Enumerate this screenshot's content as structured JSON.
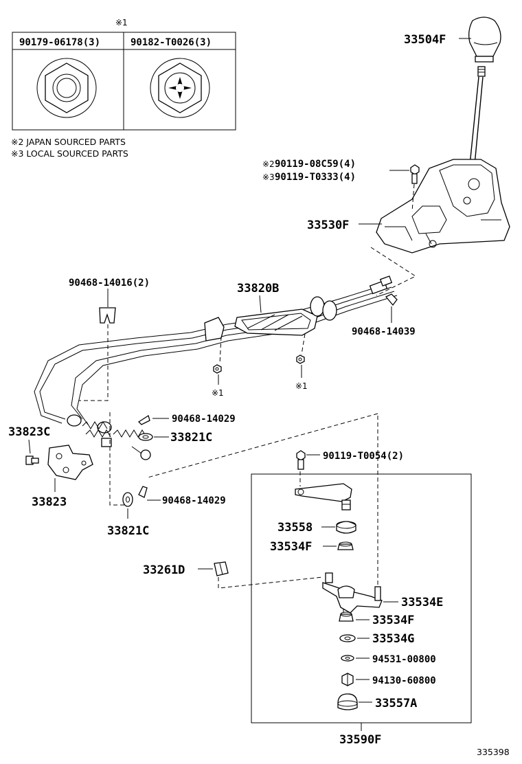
{
  "notes": {
    "mark1": "※1",
    "japan": "※2 JAPAN SOURCED PARTS",
    "local": "※3 LOCAL SOURCED PARTS"
  },
  "nut_table": {
    "col1": "90179-06178(3)",
    "col2": "90182-T0026(3)"
  },
  "parts": {
    "knob": "33504F",
    "bolt_japan_prefix": "※2",
    "bolt_japan": "90119-08C59(4)",
    "bolt_local_prefix": "※3",
    "bolt_local": "90119-T0333(4)",
    "shift_lever_housing": "33530F",
    "clip_top": "90468-14016(2)",
    "cable_assy": "33820B",
    "clip_right": "90468-14039",
    "nut_mark_left": "※1",
    "nut_mark_right": "※1",
    "clip_mid_1": "90468-14029",
    "washer_1": "33821C",
    "bolt_bracket": "33823C",
    "bracket": "33823",
    "clip_mid_2": "90468-14029",
    "washer_2": "33821C",
    "bolt_lever": "90119-T0054(2)",
    "bushing": "33558",
    "retainer_top": "33534F",
    "damper": "33261D",
    "ball_joint": "33534E",
    "retainer_mid": "33534F",
    "washer_g": "33534G",
    "washer_small": "94531-00800",
    "nut_lock": "94130-60800",
    "cap": "33557A",
    "lever_assy": "33590F"
  },
  "figure_id": "335398"
}
